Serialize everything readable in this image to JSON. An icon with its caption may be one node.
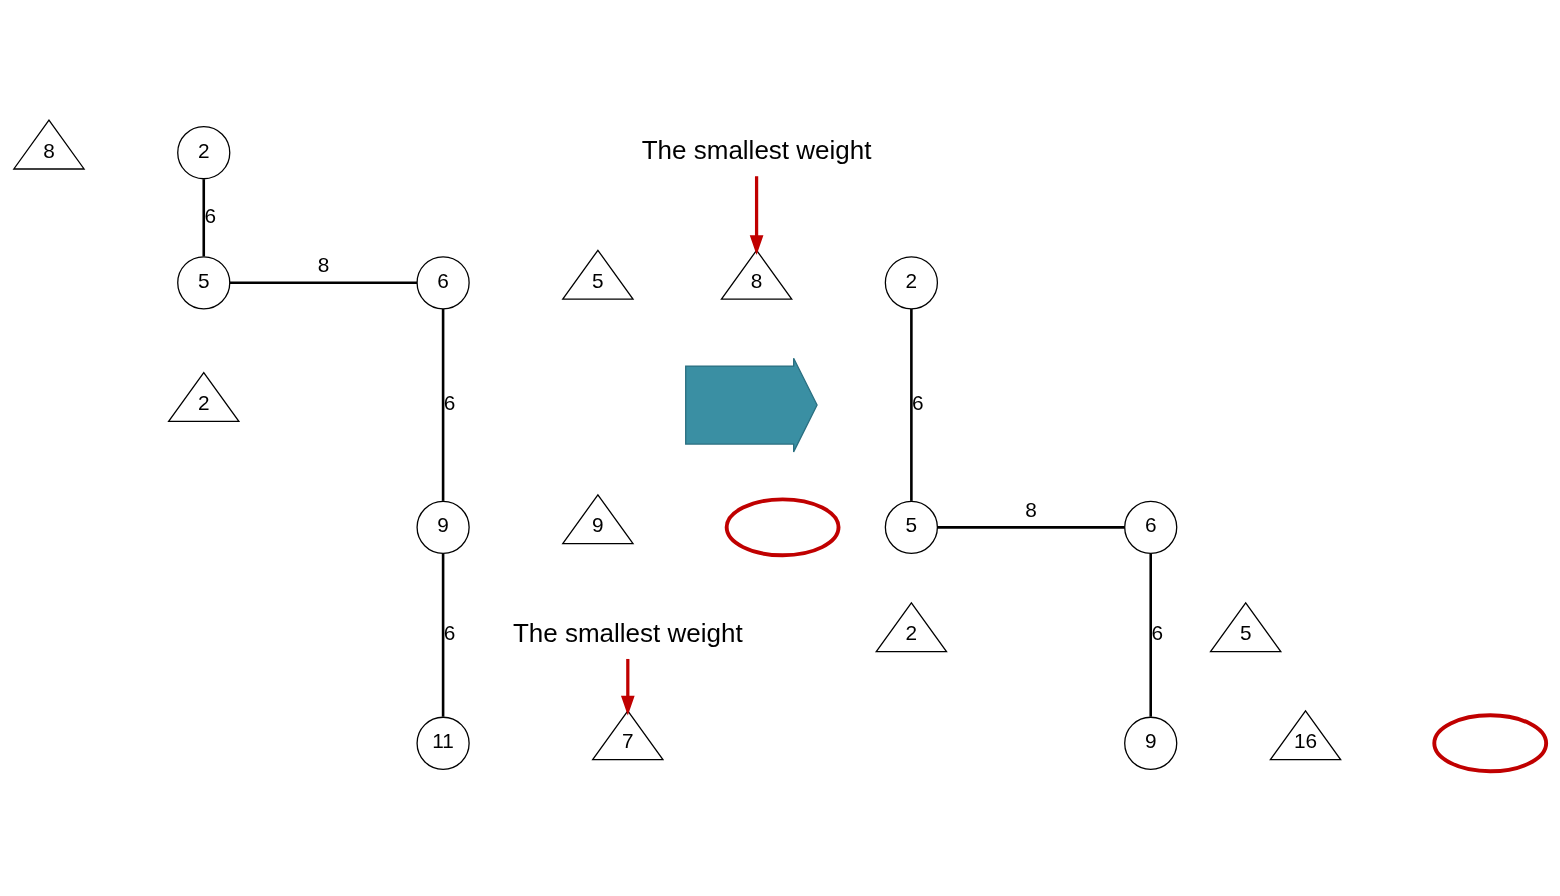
{
  "diagram": {
    "nodes": [
      {
        "text": [
          "8"
        ]
      },
      {
        "text": [
          "2"
        ]
      },
      {
        "text": [
          "5"
        ]
      },
      {
        "text": [
          "2"
        ]
      },
      {
        "text": [
          "6"
        ]
      },
      {
        "text": [
          "5"
        ]
      },
      {
        "text": [
          "9"
        ]
      },
      {
        "text": [
          "9"
        ]
      },
      {
        "text": [
          "The smallest weight"
        ]
      },
      {
        "text": [
          "11"
        ]
      },
      {
        "text": [
          "7"
        ]
      },
      {
        "text": [],
        "shape": "arrow"
      },
      {
        "text": [
          "The smallest weight"
        ]
      },
      {
        "text": [
          "8"
        ]
      },
      {
        "text": [
          "2"
        ]
      },
      {
        "text": [
          "5"
        ]
      },
      {
        "text": [
          "2"
        ]
      },
      {
        "text": [
          "6"
        ]
      },
      {
        "text": [
          "5"
        ]
      },
      {
        "text": [
          "9"
        ]
      },
      {
        "text": [
          "16"
        ]
      },
      {
        "text": [],
        "shape": "ellipse"
      },
      {
        "text": [],
        "shape": "ellipse"
      }
    ],
    "edges": [
      {
        "from": 1,
        "to": 2,
        "label": "6",
        "arrow": "none"
      },
      {
        "from": 2,
        "to": 4,
        "label": "8",
        "arrow": "none"
      },
      {
        "from": 4,
        "to": 6,
        "label": "6",
        "arrow": "none"
      },
      {
        "from": 6,
        "to": 9,
        "label": "6",
        "arrow": "none"
      },
      {
        "from": 8,
        "to": 10,
        "arrow": "to",
        "color": "#c00000"
      },
      {
        "from": 14,
        "to": 15,
        "label": "6",
        "arrow": "none"
      },
      {
        "from": 15,
        "to": 17,
        "label": "8",
        "arrow": "none"
      },
      {
        "from": 17,
        "to": 19,
        "label": "6",
        "arrow": "none"
      },
      {
        "from": 12,
        "to": 13,
        "arrow": "to",
        "color": "#c00000"
      }
    ]
  }
}
